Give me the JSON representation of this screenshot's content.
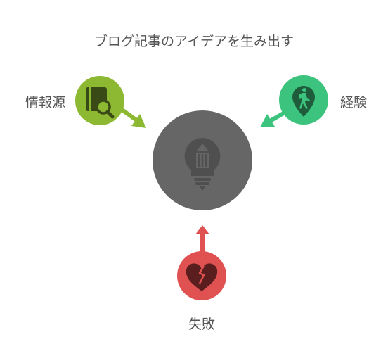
{
  "title": "ブログ記事のアイデアを生み出す",
  "nodes": {
    "sources": {
      "label": "情報源",
      "color": "#8db832",
      "icon": "book-search-icon"
    },
    "experience": {
      "label": "経験",
      "color": "#3cc47e",
      "icon": "hiker-pin-icon"
    },
    "failure": {
      "label": "失敗",
      "color": "#e05252",
      "icon": "broken-heart-icon"
    }
  },
  "center": {
    "color": "#666666",
    "icon": "lightbulb-pencil-icon"
  }
}
